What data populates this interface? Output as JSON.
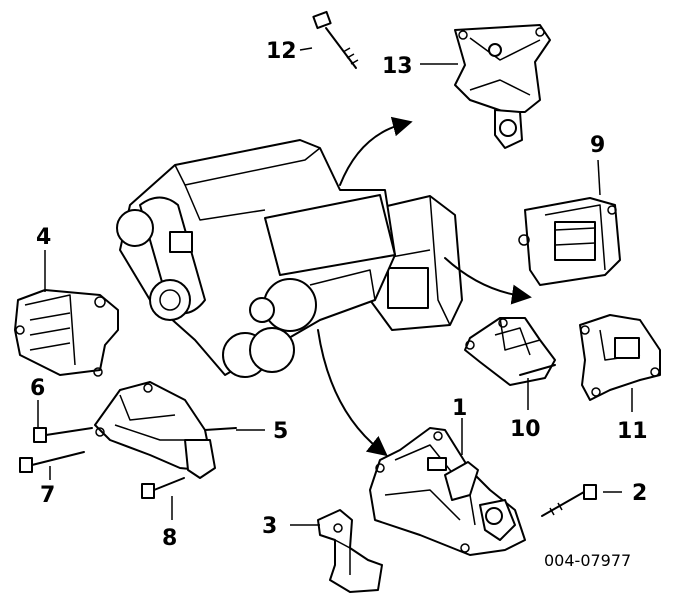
{
  "callouts": [
    {
      "id": "1",
      "text": "1"
    },
    {
      "id": "2",
      "text": "2"
    },
    {
      "id": "3",
      "text": "3"
    },
    {
      "id": "4",
      "text": "4"
    },
    {
      "id": "5",
      "text": "5"
    },
    {
      "id": "6",
      "text": "6"
    },
    {
      "id": "7",
      "text": "7"
    },
    {
      "id": "8",
      "text": "8"
    },
    {
      "id": "9",
      "text": "9"
    },
    {
      "id": "10",
      "text": "10"
    },
    {
      "id": "11",
      "text": "11"
    },
    {
      "id": "12",
      "text": "12"
    },
    {
      "id": "13",
      "text": "13"
    }
  ],
  "reference_code": "004-07977"
}
